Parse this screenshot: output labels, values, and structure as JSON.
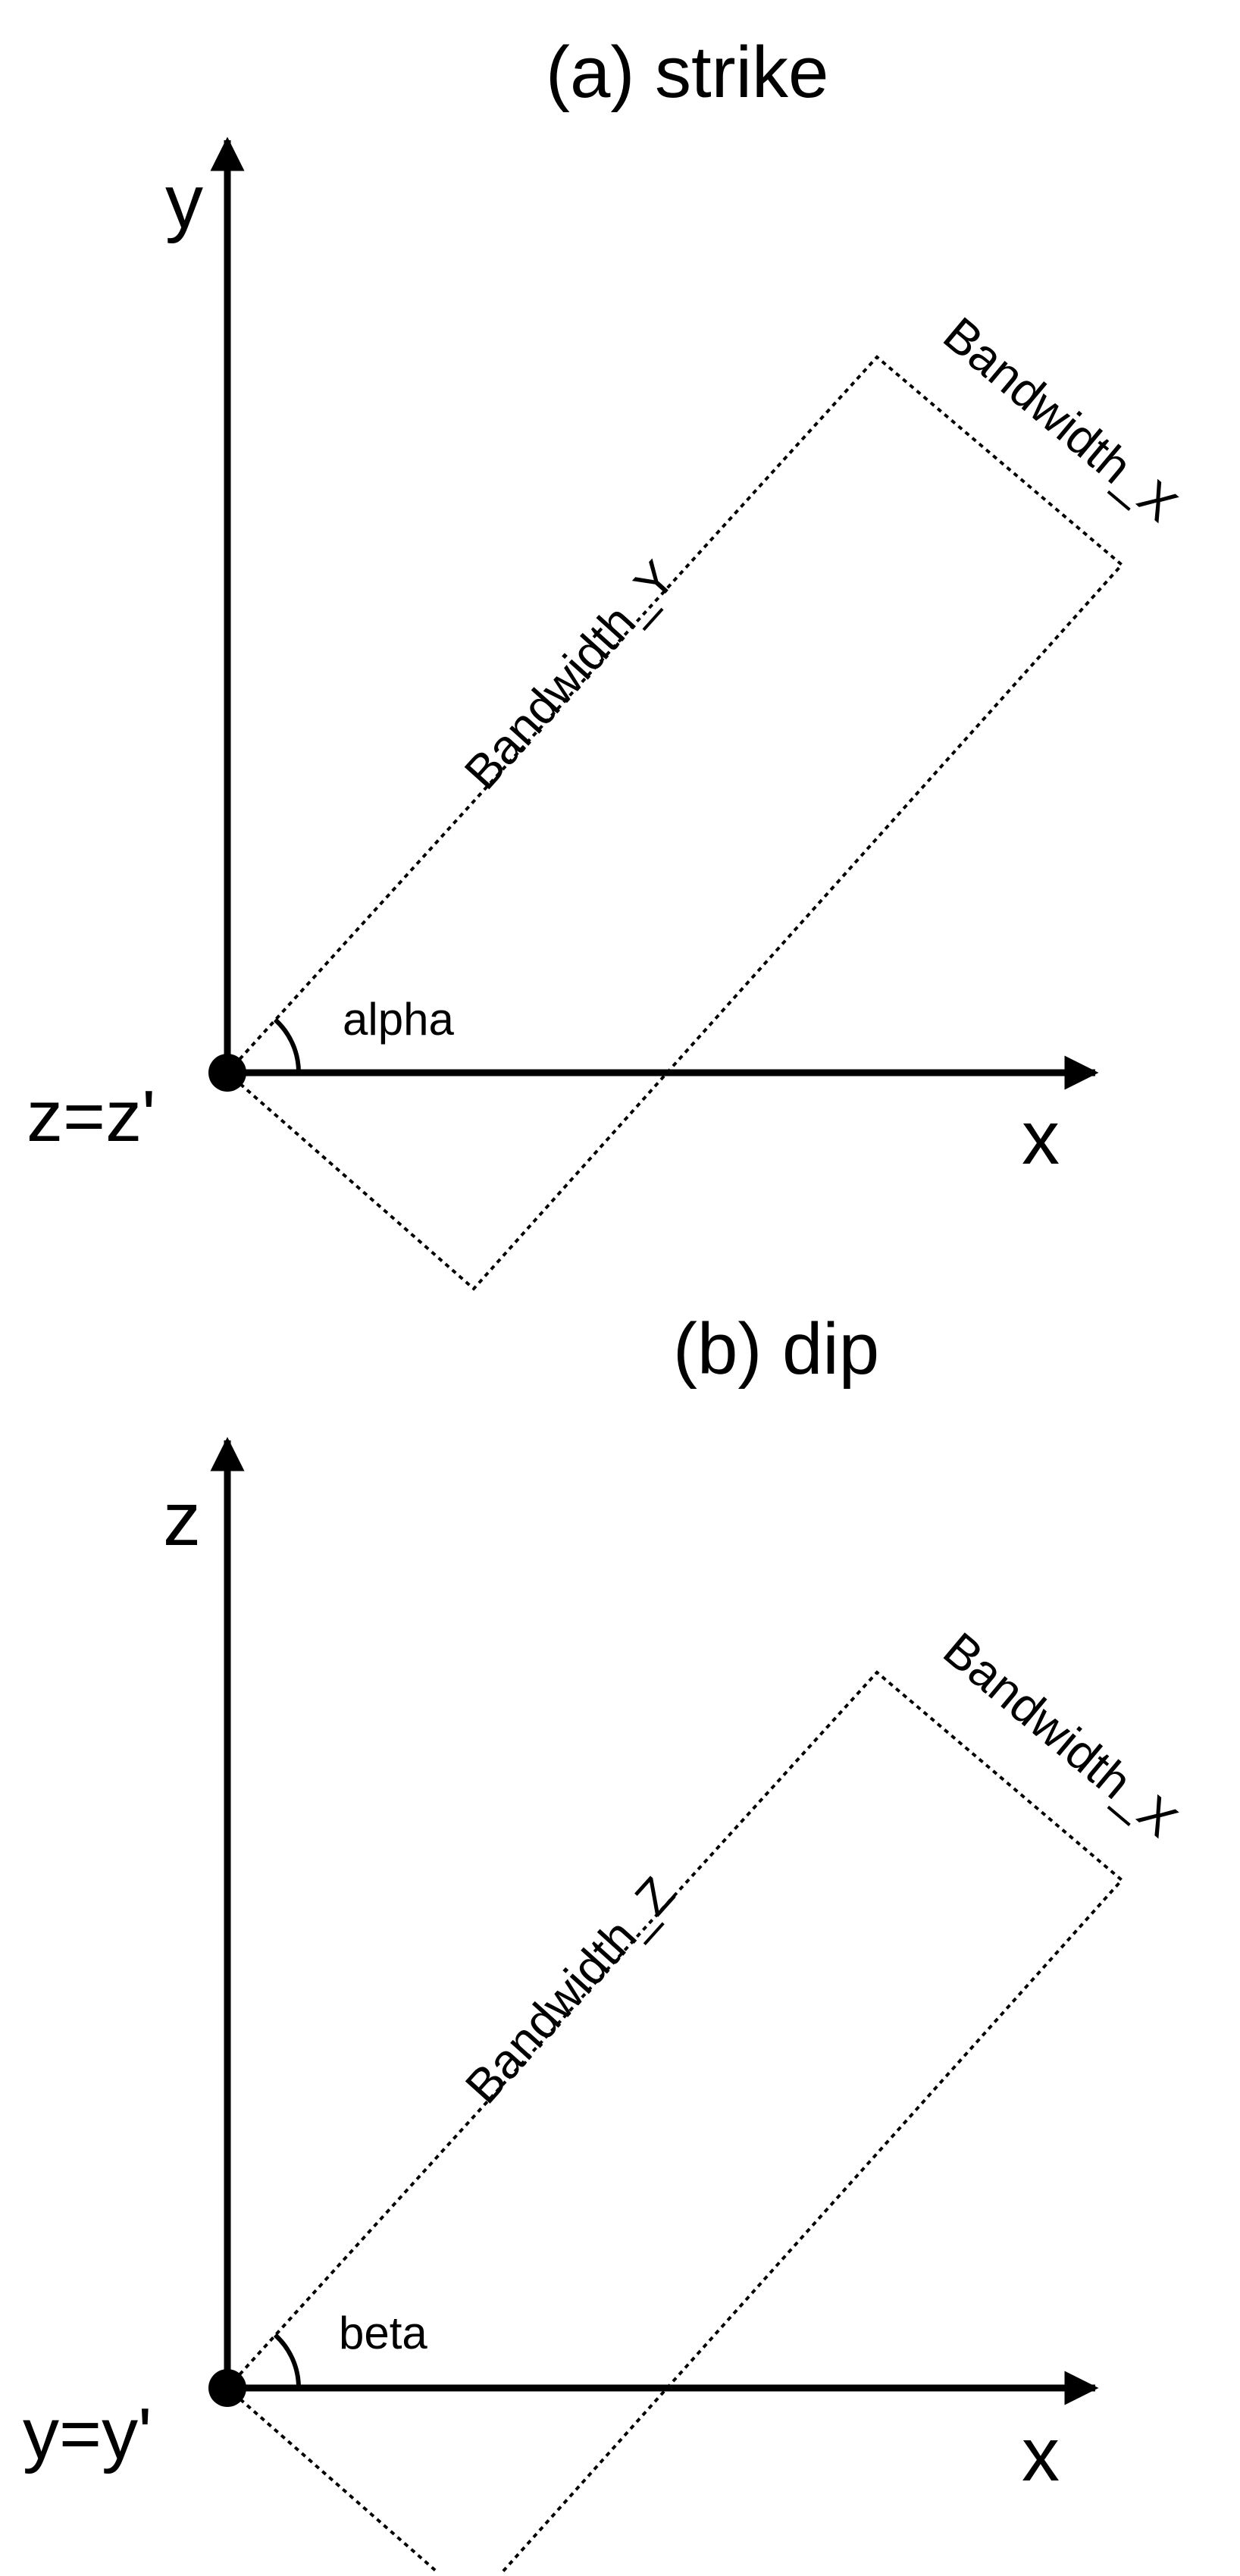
{
  "colors": {
    "ink": "#000000",
    "background": "#ffffff"
  },
  "panel_a": {
    "title": "(a) strike",
    "y_axis_label": "y",
    "x_axis_label": "x",
    "origin_label": "z=z'",
    "angle_label": "alpha",
    "long_side_label": "Bandwidth_Y",
    "short_side_label": "Bandwidth_X"
  },
  "panel_b": {
    "title": "(b) dip",
    "z_axis_label": "z",
    "x_axis_label": "x",
    "origin_label": "y=y'",
    "angle_label": "beta",
    "long_side_label": "Bandwidth_Z",
    "short_side_label": "Bandwidth_X"
  }
}
